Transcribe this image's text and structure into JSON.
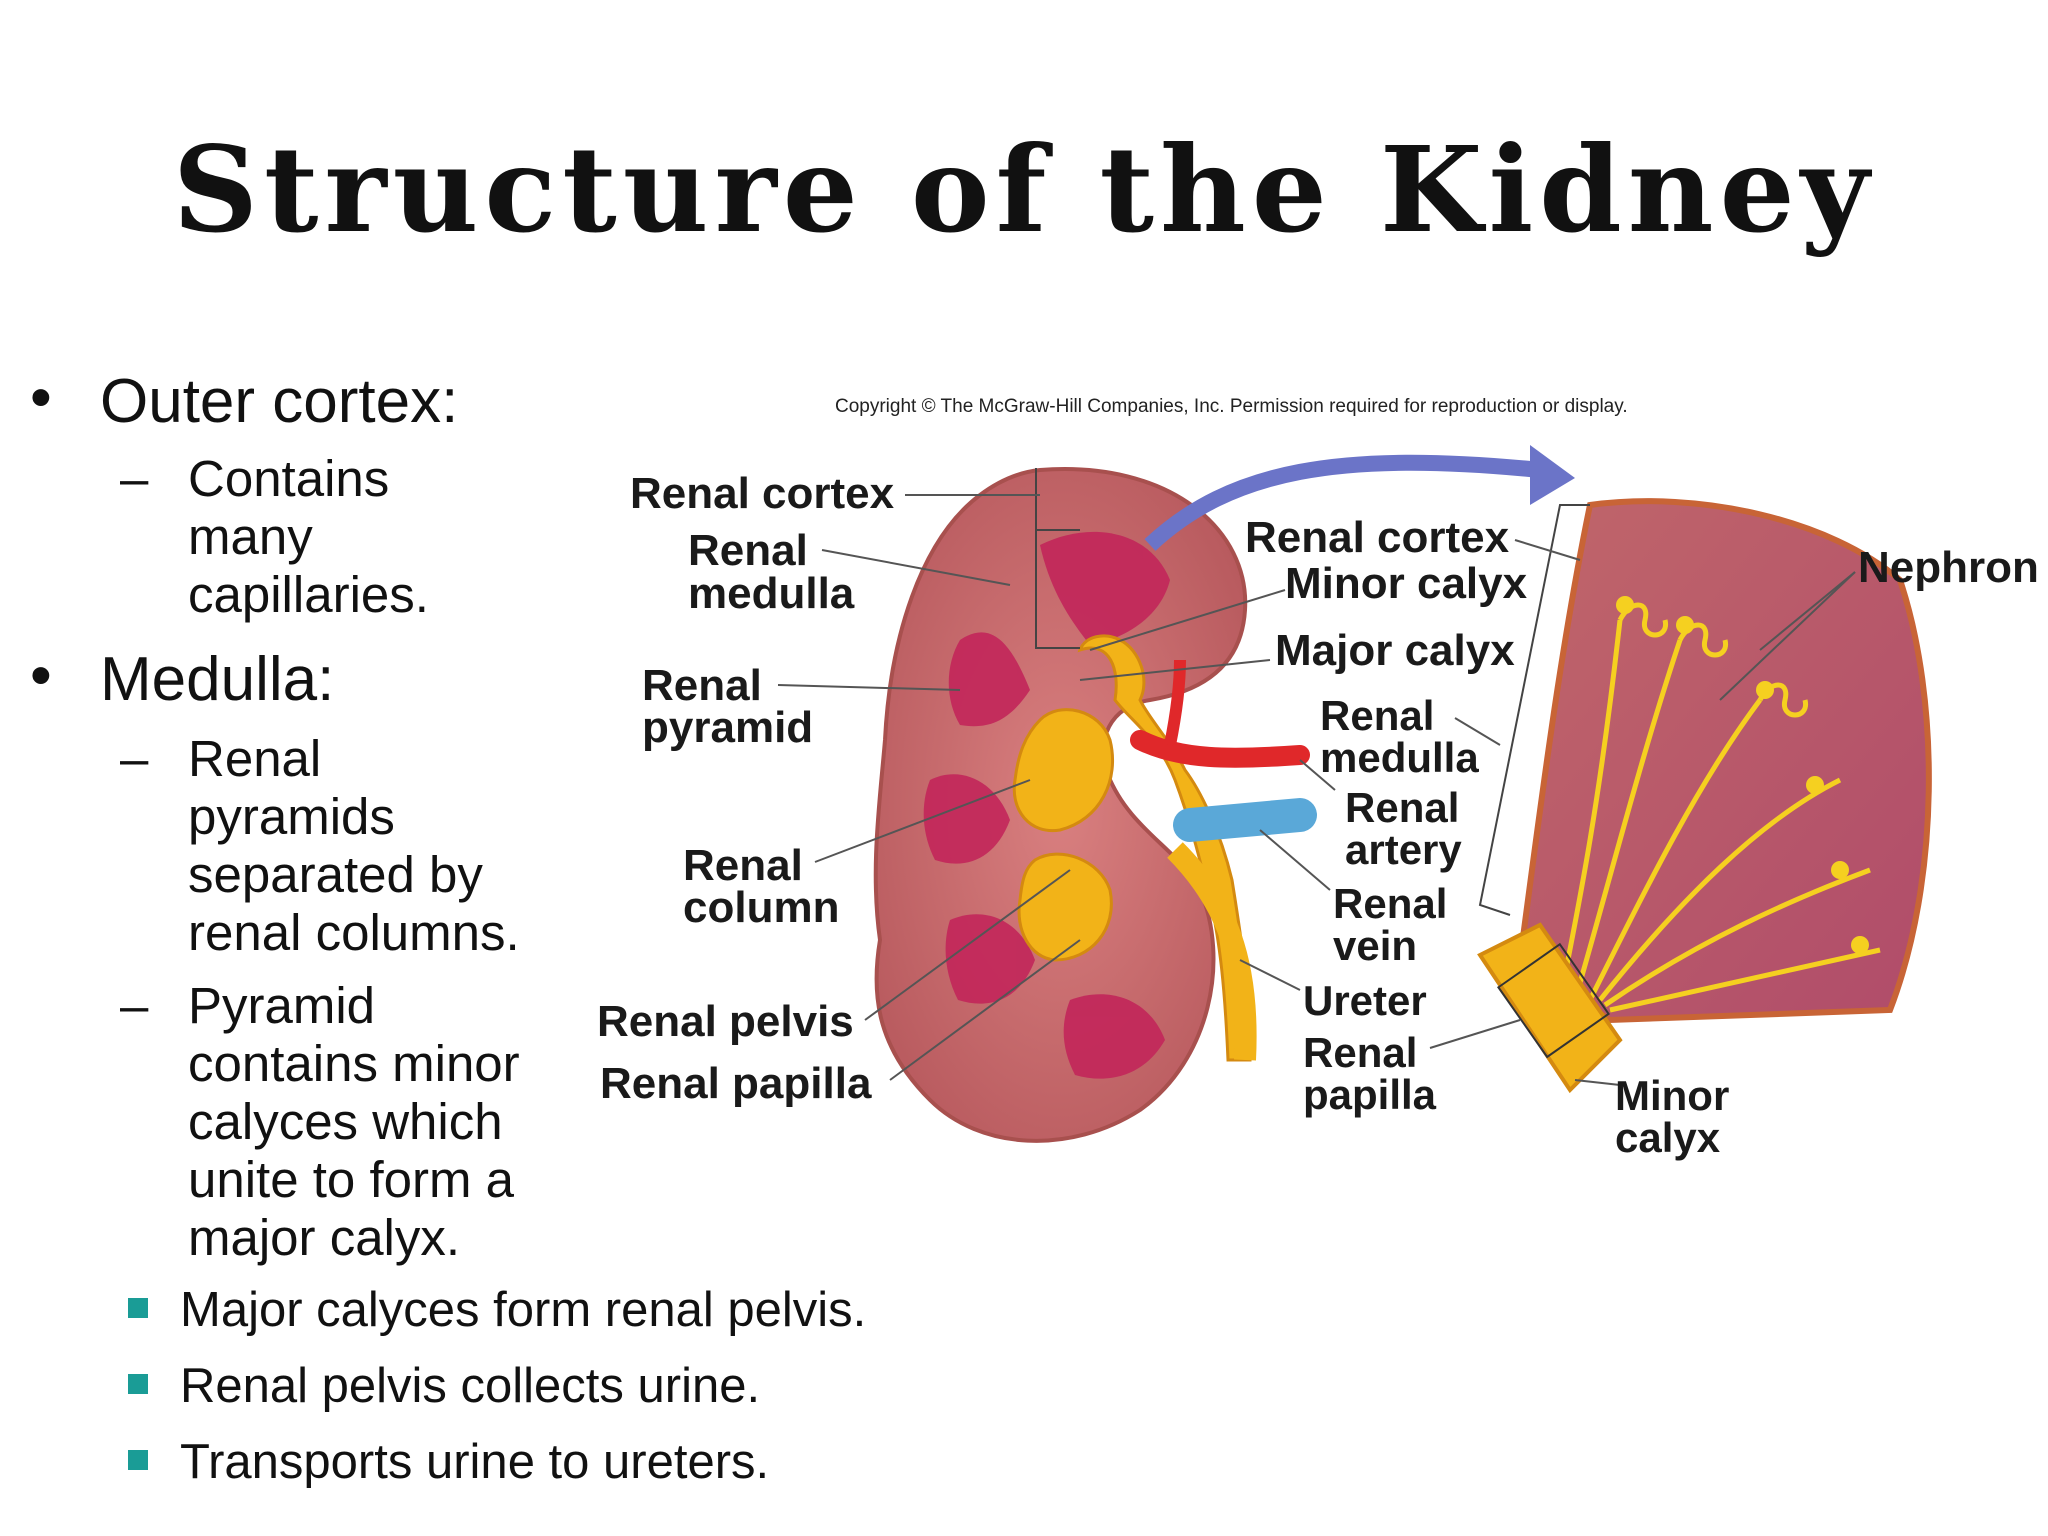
{
  "title": "Structure of the Kidney",
  "bullets": {
    "outer_cortex": {
      "heading": "Outer cortex:",
      "sub": [
        "Contains",
        "many",
        "capillaries."
      ]
    },
    "medulla": {
      "heading": "Medulla:",
      "sub1": [
        "Renal",
        "pyramids",
        "separated by",
        "renal columns."
      ],
      "sub2": [
        "Pyramid",
        "contains minor",
        "calyces which",
        "unite to form a",
        "major calyx."
      ]
    }
  },
  "square_bullets": [
    "Major calyces form renal pelvis.",
    "Renal pelvis collects urine.",
    "Transports urine to ureters."
  ],
  "figure": {
    "copyright": "Copyright © The McGraw-Hill Companies, Inc. Permission required for reproduction or display.",
    "labels": {
      "renal_cortex_left": "Renal cortex",
      "renal_medulla_left_1": "Renal",
      "renal_medulla_left_2": "medulla",
      "renal_pyramid_1": "Renal",
      "renal_pyramid_2": "pyramid",
      "renal_column_1": "Renal",
      "renal_column_2": "column",
      "renal_pelvis": "Renal pelvis",
      "renal_papilla_left": "Renal papilla",
      "renal_cortex_right": "Renal cortex",
      "minor_calyx_mid": "Minor calyx",
      "major_calyx": "Major calyx",
      "renal_medulla_right_1": "Renal",
      "renal_medulla_right_2": "medulla",
      "renal_artery_1": "Renal",
      "renal_artery_2": "artery",
      "renal_vein_1": "Renal",
      "renal_vein_2": "vein",
      "ureter": "Ureter",
      "renal_papilla_right_1": "Renal",
      "renal_papilla_right_2": "papilla",
      "nephron": "Nephron",
      "minor_calyx_right_1": "Minor",
      "minor_calyx_right_2": "calyx"
    },
    "colors": {
      "cortex": "#c0666a",
      "medulla": "#c2265a",
      "pelvis": "#f2b318",
      "artery": "#e0282a",
      "vein": "#5aa8d8",
      "arrow": "#6b74c8",
      "nephron": "#f5d020"
    }
  }
}
